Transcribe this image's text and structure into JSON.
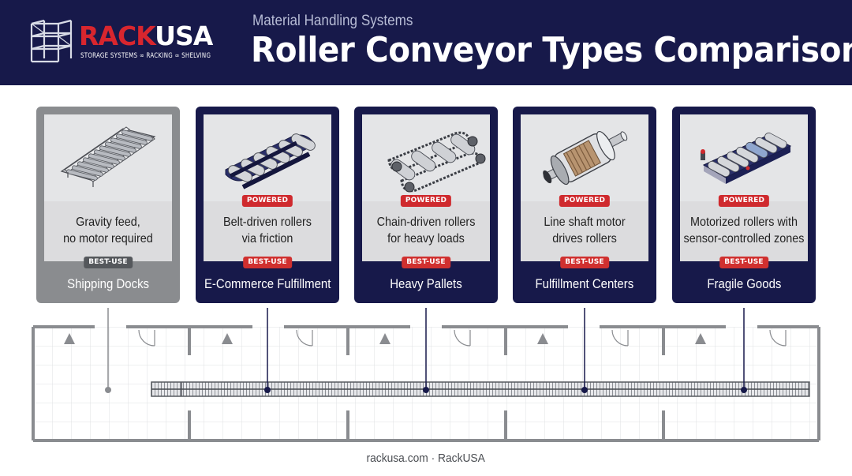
{
  "header": {
    "brand_part1": "RACK",
    "brand_part2": "USA",
    "tagline": "STORAGE SYSTEMS ∞ RACKING ∞ SHELVING",
    "subtitle": "Material Handling Systems",
    "title": "Roller Conveyor Types Comparison"
  },
  "colors": {
    "navy": "#17194a",
    "red": "#cf2a2e",
    "gray_card": "#8a8c8f"
  },
  "cards": [
    {
      "type": "gravity",
      "image_icon": "gravity-roller-conveyor-icon",
      "powered_label": "",
      "desc_line1": "Gravity feed,",
      "desc_line2": "no motor required",
      "best_use_label": "BEST-USE",
      "best_use": "Shipping Docks"
    },
    {
      "type": "belt",
      "image_icon": "belt-driven-roller-icon",
      "powered_label": "POWERED",
      "desc_line1": "Belt-driven rollers",
      "desc_line2": "via friction",
      "best_use_label": "BEST-USE",
      "best_use": "E-Commerce Fulfillment"
    },
    {
      "type": "chain",
      "image_icon": "chain-driven-roller-icon",
      "powered_label": "POWERED",
      "desc_line1": "Chain-driven rollers",
      "desc_line2": "for heavy loads",
      "best_use_label": "BEST-USE",
      "best_use": "Heavy Pallets"
    },
    {
      "type": "lineshaft",
      "image_icon": "line-shaft-roller-icon",
      "powered_label": "POWERED",
      "desc_line1": "Line shaft motor",
      "desc_line2": "drives rollers",
      "best_use_label": "BEST-USE",
      "best_use": "Fulfillment Centers"
    },
    {
      "type": "motorized",
      "image_icon": "motorized-roller-icon",
      "powered_label": "POWERED",
      "desc_line1": "Motorized rollers with",
      "desc_line2": "sensor-controlled zones",
      "best_use_label": "BEST-USE",
      "best_use": "Fragile Goods"
    }
  ],
  "footer": "rackusa.com · RackUSA"
}
